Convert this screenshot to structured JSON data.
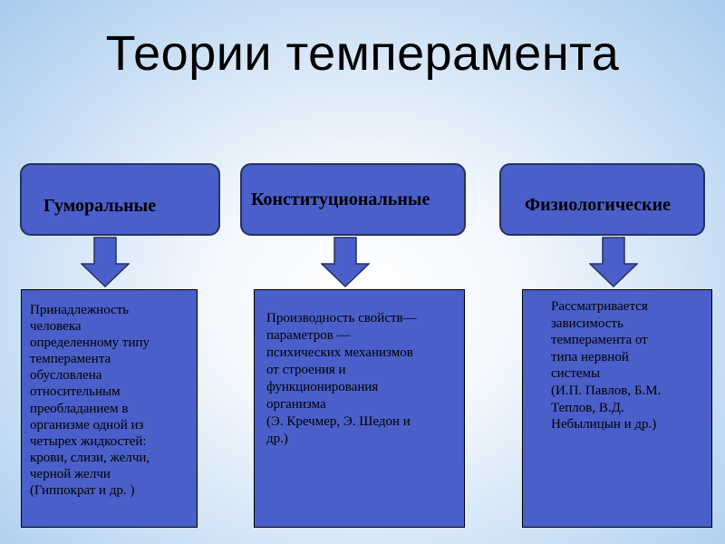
{
  "title": "Теории темперамента",
  "colors": {
    "box_fill": "#4a5fc9",
    "box_border": "#26325f",
    "text": "#000000"
  },
  "columns": [
    {
      "header": "Гуморальные",
      "lines": [
        "Принадлежность",
        "человека",
        "определенному типу",
        "темперамента",
        "обусловлена",
        "относительным",
        "преобладанием в",
        "организме одной из",
        "четырех жидкостей:",
        "крови, слизи, желчи,",
        "черной желчи",
        "(Гиппократ и др. )"
      ]
    },
    {
      "header": "Конституциональные",
      "lines": [
        "Производность свойств—",
        "параметров —",
        "психических механизмов",
        "от строения и",
        "функционирования",
        "организма",
        "(Э. Кречмер, Э. Шедон и",
        "др.)"
      ]
    },
    {
      "header": "Физиологические",
      "lines": [
        "Рассматривается",
        "зависимость",
        "темперамента от",
        "типа нервной",
        "системы",
        "(И.П. Павлов, Б.М.",
        "Теплов, В.Д.",
        "Небылицын и др.)"
      ]
    }
  ]
}
